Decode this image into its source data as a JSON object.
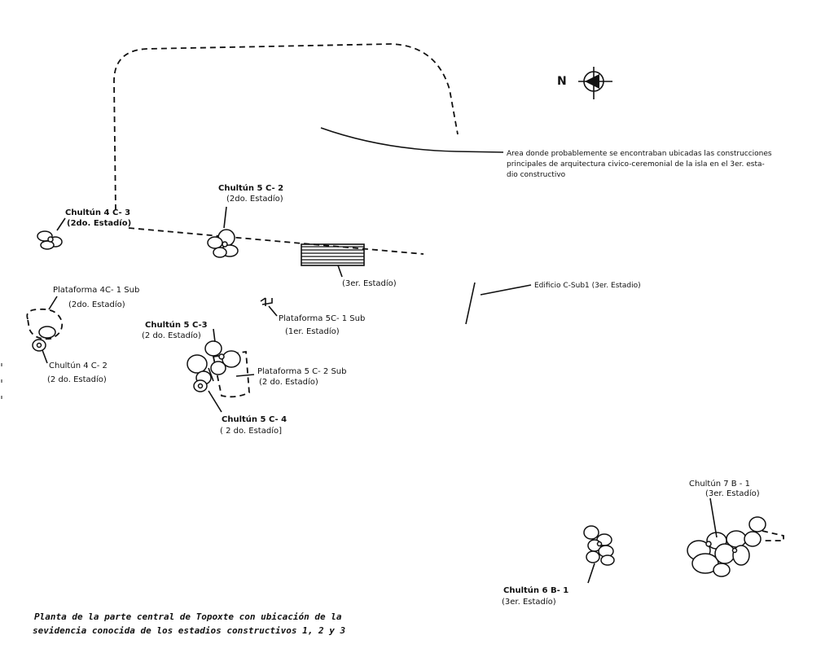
{
  "north": {
    "letter": "N",
    "icon": "north-arrow-icon"
  },
  "area_note": {
    "line1": "Area donde probablemente se encontraban ubicadas las construcciones",
    "line2": "principales de arquitectura civico-ceremonial de la isla en el 3er. esta-",
    "line3": "dio constructivo"
  },
  "labels": {
    "chultun_4c3": {
      "name": "Chultún 4 C- 3",
      "stage": "(2do. Estadío)"
    },
    "chultun_5c2": {
      "name": "Chultún 5 C- 2",
      "stage": "(2do. Estadío)"
    },
    "stage3_building": {
      "stage": "(3er. Estadío)"
    },
    "edificio_csub1": {
      "name": "Edificio C-Sub1 (3er. Estadio)"
    },
    "plataforma_4c1": {
      "name": "Plataforma 4C- 1 Sub",
      "stage": "(2do. Estadío)"
    },
    "plataforma_5c1": {
      "name": "Plataforma 5C- 1 Sub",
      "stage": "(1er. Estadío)"
    },
    "chultun_5c3": {
      "name": "Chultún 5 C-3",
      "stage": "(2 do. Estadío)"
    },
    "chultun_4c2": {
      "name": "Chultún 4 C- 2",
      "stage": "(2 do. Estadío)"
    },
    "plataforma_5c2": {
      "name": "Plataforma 5 C- 2 Sub",
      "stage": "(2 do. Estadío)"
    },
    "chultun_5c4": {
      "name": "Chultún 5 C- 4",
      "stage": "( 2 do. Estadío]"
    },
    "chultun_7b1": {
      "name": "Chultún 7 B - 1",
      "stage": "(3er. Estadío)"
    },
    "chultun_6b1": {
      "name": "Chultún 6 B- 1",
      "stage": "(3er. Estadío)"
    }
  },
  "caption": {
    "line1": "Planta de la parte central de Topoxte con ubicación de la",
    "line2": "sevidencia conocida de los estadios constructivos 1, 2 y 3"
  }
}
